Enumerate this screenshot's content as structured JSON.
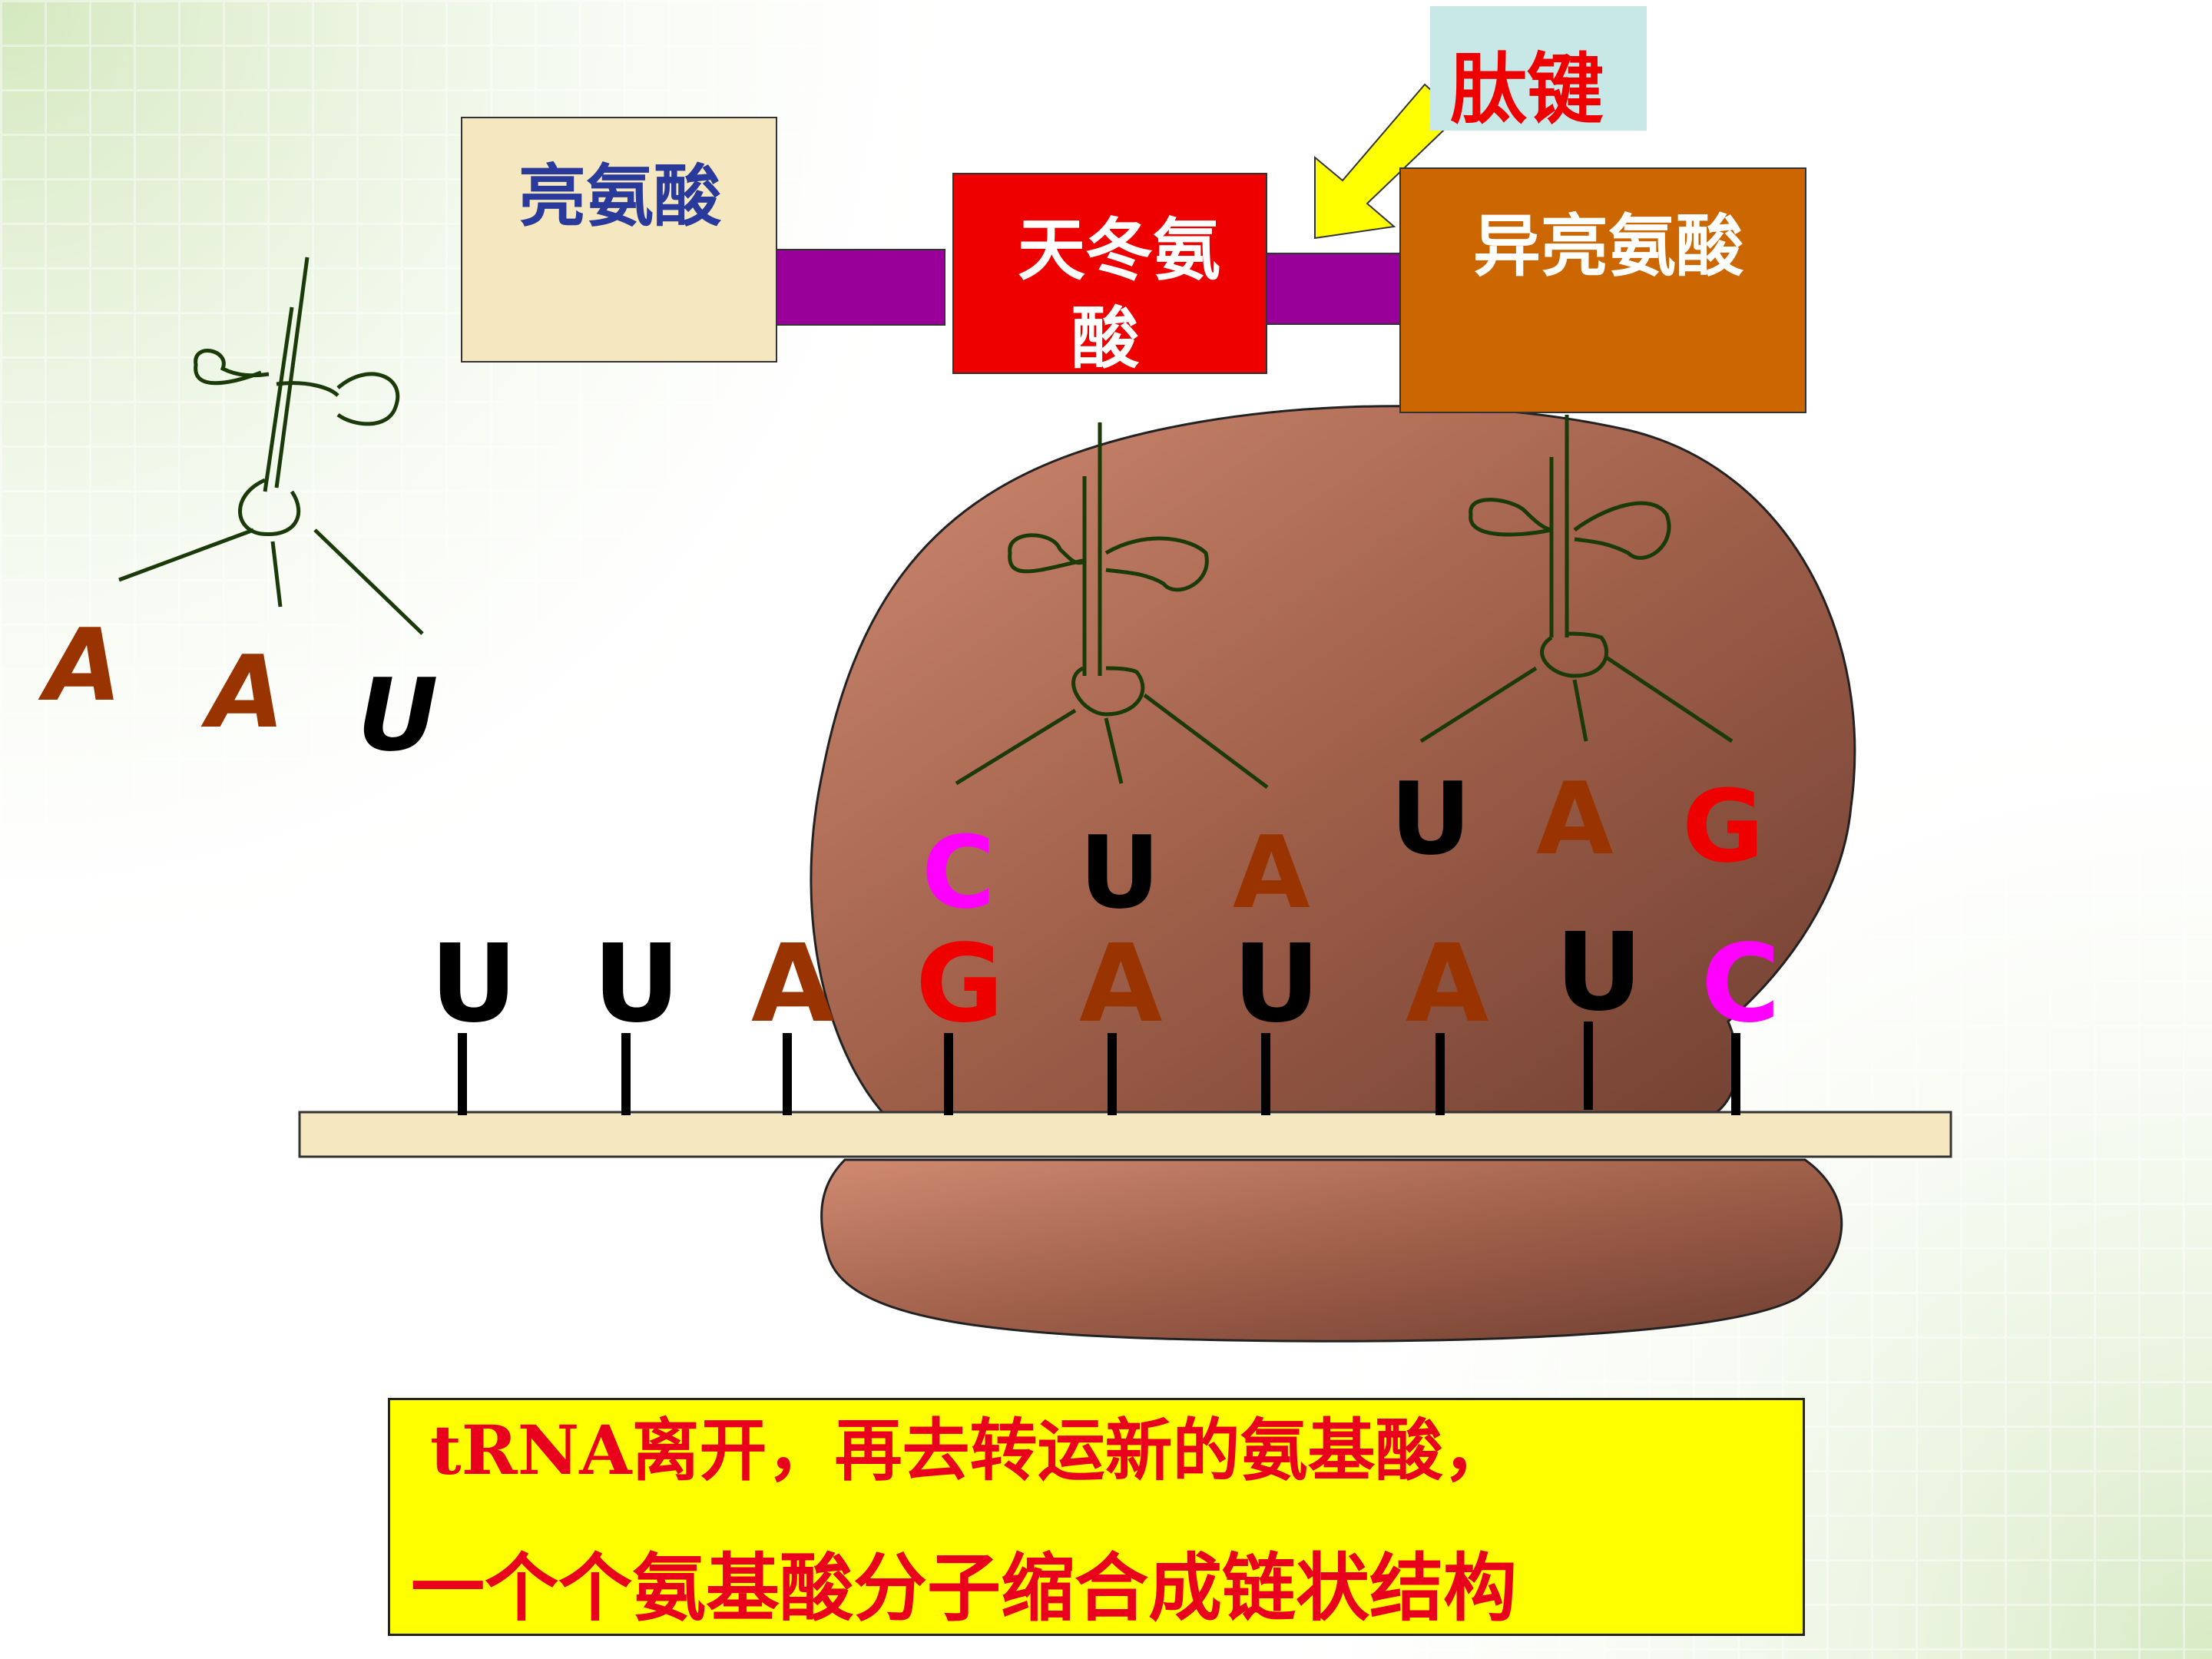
{
  "amino_acids": {
    "leucine": "亮氨酸",
    "aspartic_line1": "天冬氨",
    "aspartic_line2": "酸",
    "isoleucine": "异亮氨酸"
  },
  "peptide_bond_label": "肽键",
  "free_trna_anticodon": [
    "A",
    "A",
    "U"
  ],
  "trna1_anticodon": [
    "C",
    "U",
    "A"
  ],
  "trna2_anticodon": [
    "U",
    "A",
    "G"
  ],
  "mrna_bases": [
    "U",
    "U",
    "A",
    "G",
    "A",
    "U",
    "A",
    "U",
    "C"
  ],
  "caption": {
    "line1": "tRNA离开，再去转运新的氨基酸，",
    "line2": "一个个氨基酸分子缩合成链状结构"
  },
  "colors": {
    "leucine_box": "#f5e8c0",
    "aspartic_box": "#ee0000",
    "isoleucine_box": "#cc6600",
    "bond": "#990099",
    "ribosome": "#a0604a",
    "trna": "#1a3a0a",
    "base_U": "#000000",
    "base_A": "#993300",
    "base_G": "#ee0000",
    "base_C": "#ff00ff",
    "caption_bg": "#ffff00",
    "caption_text": "#e8001c",
    "peptide_label_bg": "#c8e8e8",
    "arrow": "#ffff00"
  }
}
